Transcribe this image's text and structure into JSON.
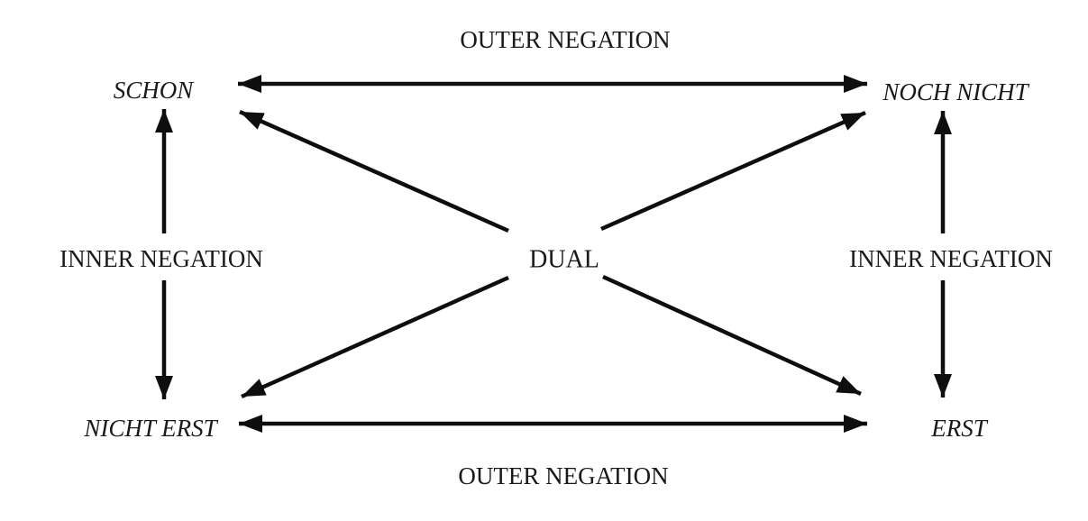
{
  "diagram": {
    "kind": "duality-square",
    "background": "#ffffff",
    "line_color": "#0e0e0e",
    "text_color": "#1a1a1a",
    "nodes": {
      "center": "DUAL",
      "top_left": "SCHON",
      "top_right": "NOCH NICHT",
      "bottom_left": "NICHT ERST",
      "bottom_right": "ERST"
    },
    "labels": {
      "outer_top": "OUTER NEGATION",
      "outer_bottom": "OUTER NEGATION",
      "inner_left": "INNER NEGATION",
      "inner_right": "INNER NEGATION"
    },
    "edges": [
      {
        "from": "SCHON",
        "to": "NOCH NICHT",
        "label": "OUTER NEGATION",
        "arrows": "both"
      },
      {
        "from": "NICHT ERST",
        "to": "ERST",
        "label": "OUTER NEGATION",
        "arrows": "both"
      },
      {
        "from": "SCHON",
        "to": "NICHT ERST",
        "label": "INNER NEGATION",
        "arrows": "both"
      },
      {
        "from": "NOCH NICHT",
        "to": "ERST",
        "label": "INNER NEGATION",
        "arrows": "both"
      },
      {
        "from": "DUAL",
        "to": "SCHON",
        "arrows": "end"
      },
      {
        "from": "DUAL",
        "to": "NOCH NICHT",
        "arrows": "end"
      },
      {
        "from": "DUAL",
        "to": "NICHT ERST",
        "arrows": "end"
      },
      {
        "from": "DUAL",
        "to": "ERST",
        "arrows": "end"
      }
    ]
  }
}
